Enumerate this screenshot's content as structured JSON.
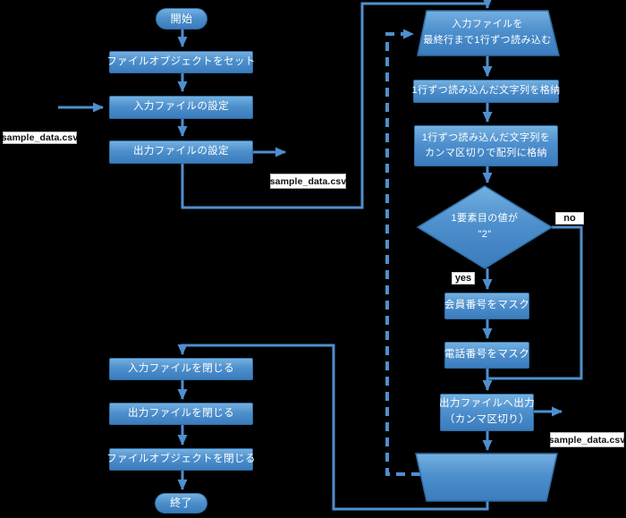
{
  "colors": {
    "background": "#000000",
    "shape_fill_top": "#74b0e0",
    "shape_fill_bottom": "#3a7cbd",
    "shape_border": "#2e6da4",
    "connector": "#4f8fce",
    "shape_text": "#ffffff",
    "label_bg": "#ffffff",
    "label_text": "#111111"
  },
  "nodes": {
    "start": {
      "label": "開始"
    },
    "set_file_object": {
      "label": "ファイルオブジェクトをセット"
    },
    "input_file_setup": {
      "label": "入力ファイルの設定"
    },
    "output_file_setup": {
      "label": "出力ファイルの設定"
    },
    "read_loop_start": {
      "line1": "入力ファイルを",
      "line2": "最終行まで1行ずつ読み込む"
    },
    "store_line": {
      "label": "1行ずつ読み込んだ文字列を格納"
    },
    "split_line": {
      "line1": "1行ずつ読み込んだ文字列を",
      "line2": "カンマ区切りで配列に格納"
    },
    "decision": {
      "line1": "1要素目の値が",
      "line2": "\"2\""
    },
    "mask_member_number": {
      "label": "会員番号をマスク"
    },
    "mask_phone_number": {
      "label": "電話番号をマスク"
    },
    "output_write": {
      "line1": "出力ファイルへ出力",
      "line2": "（カンマ区切り）"
    },
    "close_input_file": {
      "label": "入力ファイルを閉じる"
    },
    "close_output_file": {
      "label": "出力ファイルを閉じる"
    },
    "close_file_object": {
      "label": "ファイルオブジェクトを閉じる"
    },
    "end": {
      "label": "終了"
    }
  },
  "file_labels": {
    "input_csv": "sample_data.csv",
    "output_csv": "sample_data.csv",
    "written_csv": "sample_data.csv"
  },
  "branch_labels": {
    "yes": "yes",
    "no": "no"
  }
}
